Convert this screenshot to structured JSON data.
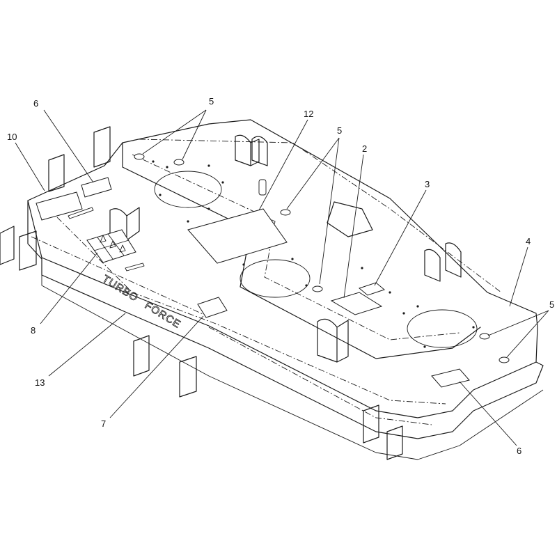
{
  "callouts": {
    "c5_top": "5",
    "c6_left": "6",
    "c10": "10",
    "c12": "12",
    "c5_mid": "5",
    "c2": "2",
    "c3": "3",
    "c4": "4",
    "c5_right": "5",
    "c8": "8",
    "c13": "13",
    "c7": "7",
    "c6_bottom": "6"
  },
  "deck_lettering": {
    "brand_word_1": "TURBO",
    "brand_word_2": "FORCE"
  }
}
